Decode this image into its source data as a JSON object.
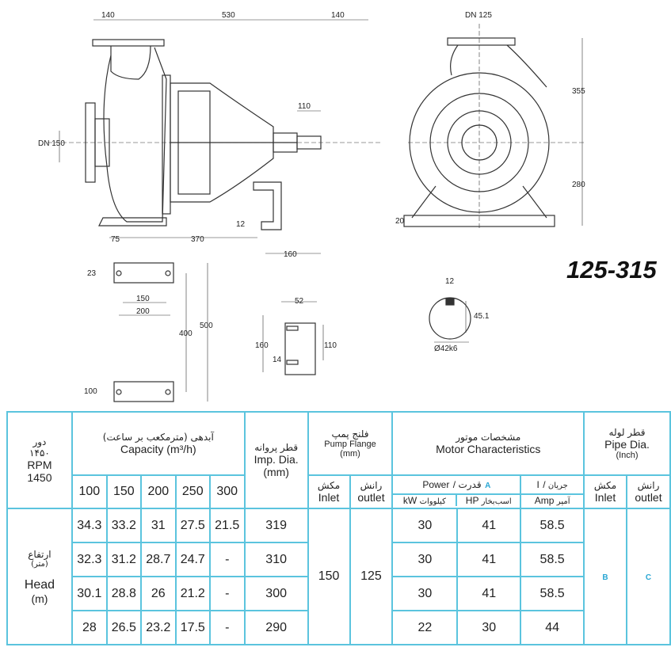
{
  "drawing": {
    "dims": {
      "top_left": "140",
      "top_mid": "530",
      "top_right": "140",
      "dn_outlet": "DN 125",
      "dn_inlet": "DN 150",
      "shaft_len": "110",
      "height_upper": "355",
      "height_lower": "280",
      "base_left": "75",
      "base_mid": "370",
      "base_foot": "12",
      "base_right": "160",
      "foot_right": "20",
      "plate_23": "23",
      "plate_150": "150",
      "plate_200": "200",
      "plate_400": "400",
      "plate_500": "500",
      "plate_100": "100",
      "foot_52": "52",
      "foot_160": "160",
      "foot_110": "110",
      "foot_14": "14",
      "key_12": "12",
      "key_451": "45.1",
      "shaft_dia": "Ø42k6"
    },
    "model": "125-315"
  },
  "table": {
    "rpm_fa": "دور",
    "rpm_fa_val": "۱۴۵۰",
    "rpm_en": "RPM",
    "rpm_val": "1450",
    "cap_fa": "آبدهی (مترمکعب بر ساعت)",
    "cap_en": "Capacity (m³/h)",
    "cap_cols": [
      "100",
      "150",
      "200",
      "250",
      "300"
    ],
    "imp_fa": "قطر پروانه",
    "imp_en": "Imp. Dia.",
    "imp_unit": "(mm)",
    "flange_fa": "فلنج پمپ",
    "flange_en": "Pump Flange",
    "flange_unit": "(mm)",
    "suction_fa": "مکش",
    "inlet": "Inlet",
    "discharge_fa": "رانش",
    "outlet": "outlet",
    "motor_fa": "مشخصات موتور",
    "motor_en": "Motor Characteristics",
    "power_en": "Power",
    "power_fa": "قدرت",
    "power_mark": "A",
    "current_en": "I",
    "current_fa": "جریان",
    "kw_en": "kW",
    "kw_fa": "کیلووات",
    "hp_en": "HP",
    "hp_fa": "اسب‌بخار",
    "amp_en": "Amp",
    "amp_fa": "آمپر",
    "pipe_fa": "قطر لوله",
    "pipe_en": "Pipe Dia.",
    "pipe_unit": "(Inch)",
    "pipe_inlet_fa": "مکش",
    "pipe_outlet_fa": "رانش",
    "head_fa": "ارتفاع",
    "head_fa_unit": "(متر)",
    "head_en": "Head",
    "head_unit": "(m)",
    "rows": [
      {
        "h": [
          "34.3",
          "33.2",
          "31",
          "27.5",
          "21.5"
        ],
        "imp": "319",
        "kw": "30",
        "hp": "41",
        "amp": "58.5"
      },
      {
        "h": [
          "32.3",
          "31.2",
          "28.7",
          "24.7",
          "-"
        ],
        "imp": "310",
        "kw": "30",
        "hp": "41",
        "amp": "58.5"
      },
      {
        "h": [
          "30.1",
          "28.8",
          "26",
          "21.2",
          "-"
        ],
        "imp": "300",
        "kw": "30",
        "hp": "41",
        "amp": "58.5"
      },
      {
        "h": [
          "28",
          "26.5",
          "23.2",
          "17.5",
          "-"
        ],
        "imp": "290",
        "kw": "22",
        "hp": "30",
        "amp": "44"
      }
    ],
    "flange_inlet": "150",
    "flange_outlet": "125",
    "pipe_inlet": "B",
    "pipe_outlet": "C"
  }
}
